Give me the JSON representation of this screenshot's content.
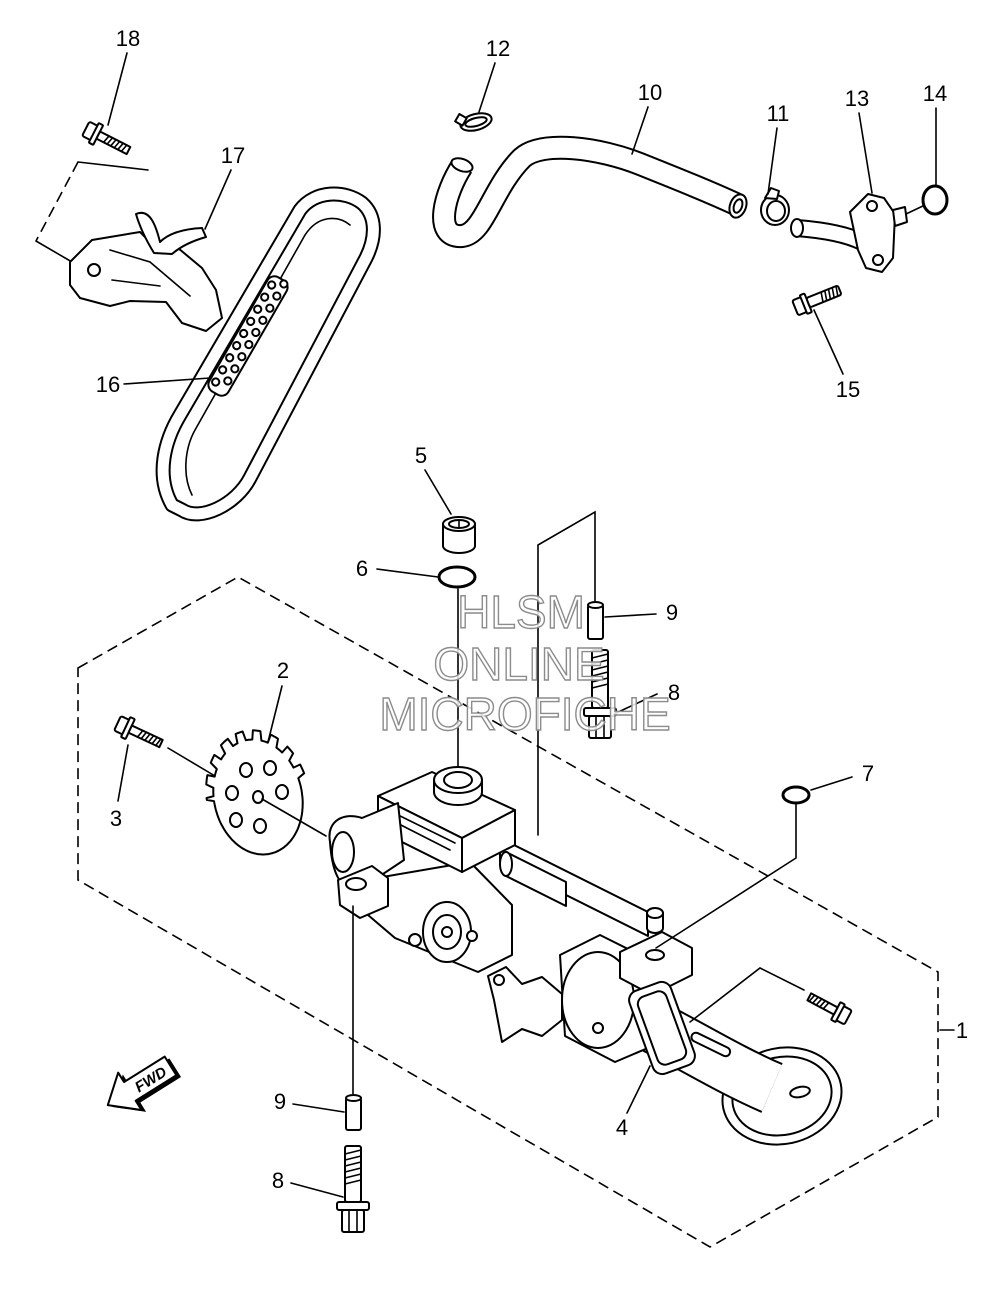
{
  "diagram": {
    "callouts": [
      "18",
      "17",
      "16",
      "12",
      "10",
      "11",
      "13",
      "14",
      "15",
      "5",
      "6",
      "9",
      "8",
      "2",
      "3",
      "7",
      "1",
      "4",
      "9",
      "8"
    ],
    "watermark": {
      "line1": "HLSM",
      "line2": "ONLINE",
      "line3": "MICROFICHE"
    },
    "direction_label": "FWD",
    "colors": {
      "line": "#000000",
      "watermark": "#8c8c8c",
      "background": "#ffffff"
    }
  }
}
